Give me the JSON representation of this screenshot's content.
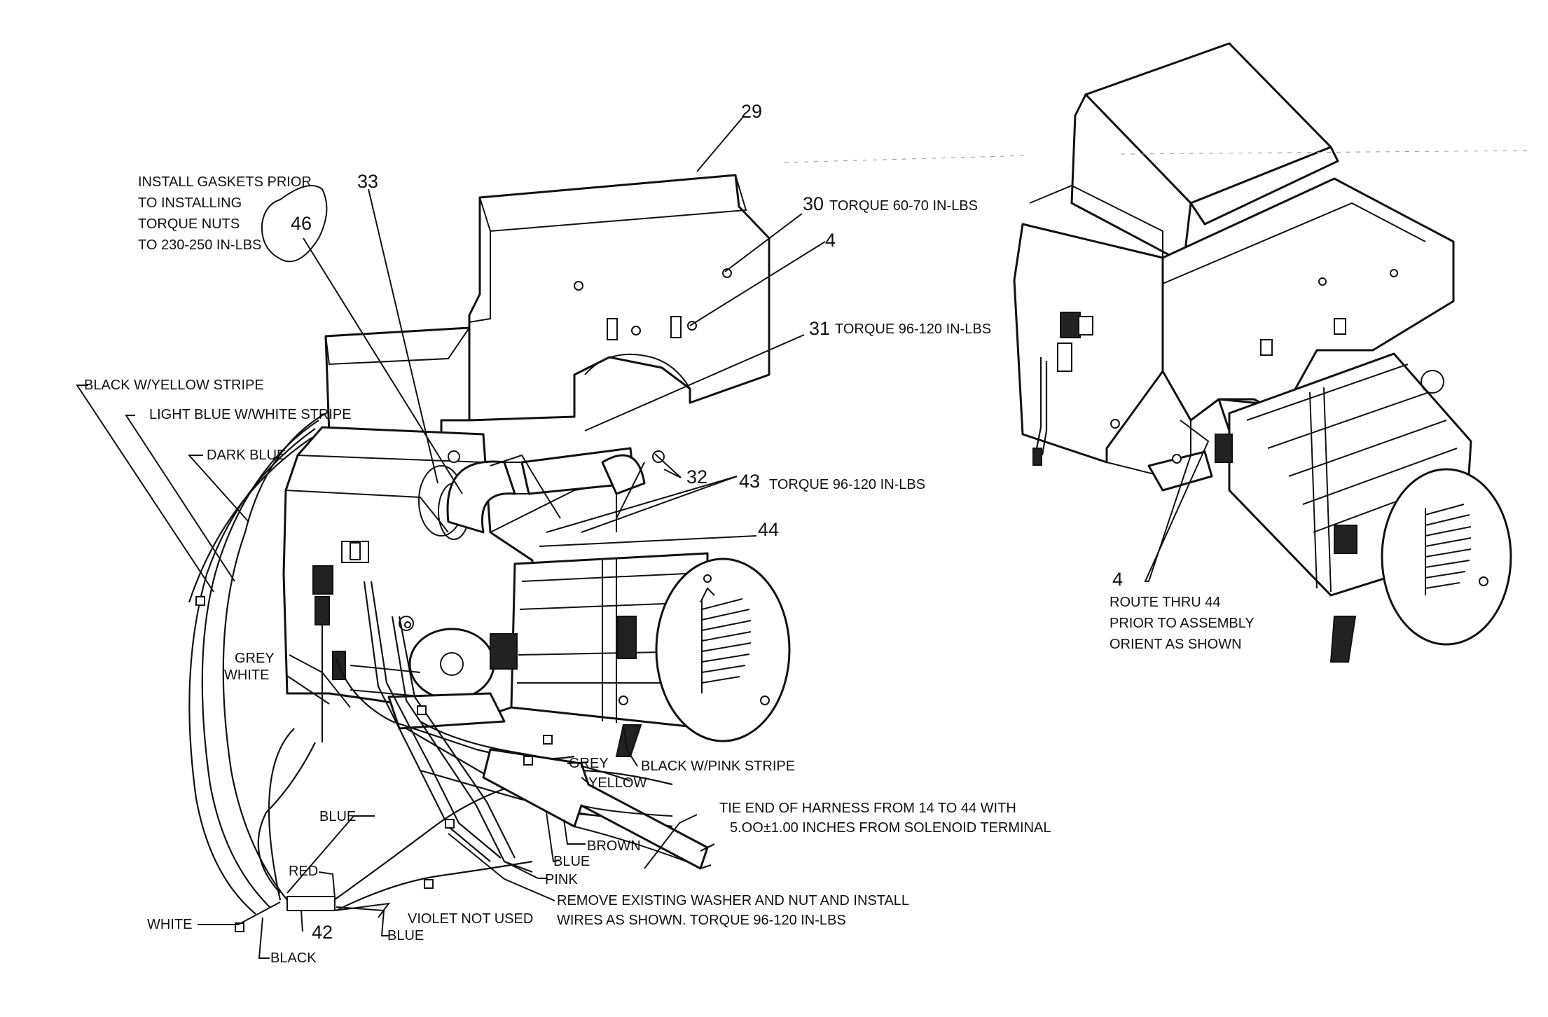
{
  "callouts": {
    "n29": "29",
    "n33": "33",
    "n46": "46",
    "n30": "30",
    "n4a": "4",
    "n31": "31",
    "n32": "32",
    "n43": "43",
    "n44": "44",
    "n42": "42",
    "n4b": "4"
  },
  "notes": {
    "gasket_1": "INSTALL GASKETS PRIOR",
    "gasket_2": "TO INSTALLING",
    "gasket_3": "TORQUE NUTS",
    "gasket_4": "TO 230-250 IN-LBS",
    "torque_30": "TORQUE 60-70 IN-LBS",
    "torque_31": "TORQUE 96-120 IN-LBS",
    "torque_43": "TORQUE 96-120 IN-LBS",
    "harness_1": "TIE END OF HARNESS FROM 14 TO 44  WITH",
    "harness_2": "5.OO±1.00 INCHES FROM SOLENOID TERMINAL",
    "washer_1": "REMOVE EXISTING WASHER AND NUT AND INSTALL",
    "washer_2": "WIRES AS SHOWN. TORQUE 96-120 IN-LBS",
    "route_1": "ROUTE THRU 44",
    "route_2": "PRIOR TO ASSEMBLY",
    "route_3": "ORIENT AS SHOWN"
  },
  "wires": {
    "black_yellow": "BLACK W/YELLOW STRIPE",
    "light_blue_white": "LIGHT BLUE W/WHITE STRIPE",
    "dark_blue": "DARK BLUE",
    "grey_left": "GREY",
    "white_left": "WHITE",
    "black_pink": "BLACK W/PINK STRIPE",
    "grey_right": "GREY",
    "yellow": "YELLOW",
    "blue_mid": "BLUE",
    "brown": "BROWN",
    "blue_lower": "BLUE",
    "pink": "PINK",
    "red": "RED",
    "white_bottom": "WHITE",
    "violet": "VIOLET NOT USED",
    "blue_bottom": "BLUE",
    "black_bottom": "BLACK"
  }
}
